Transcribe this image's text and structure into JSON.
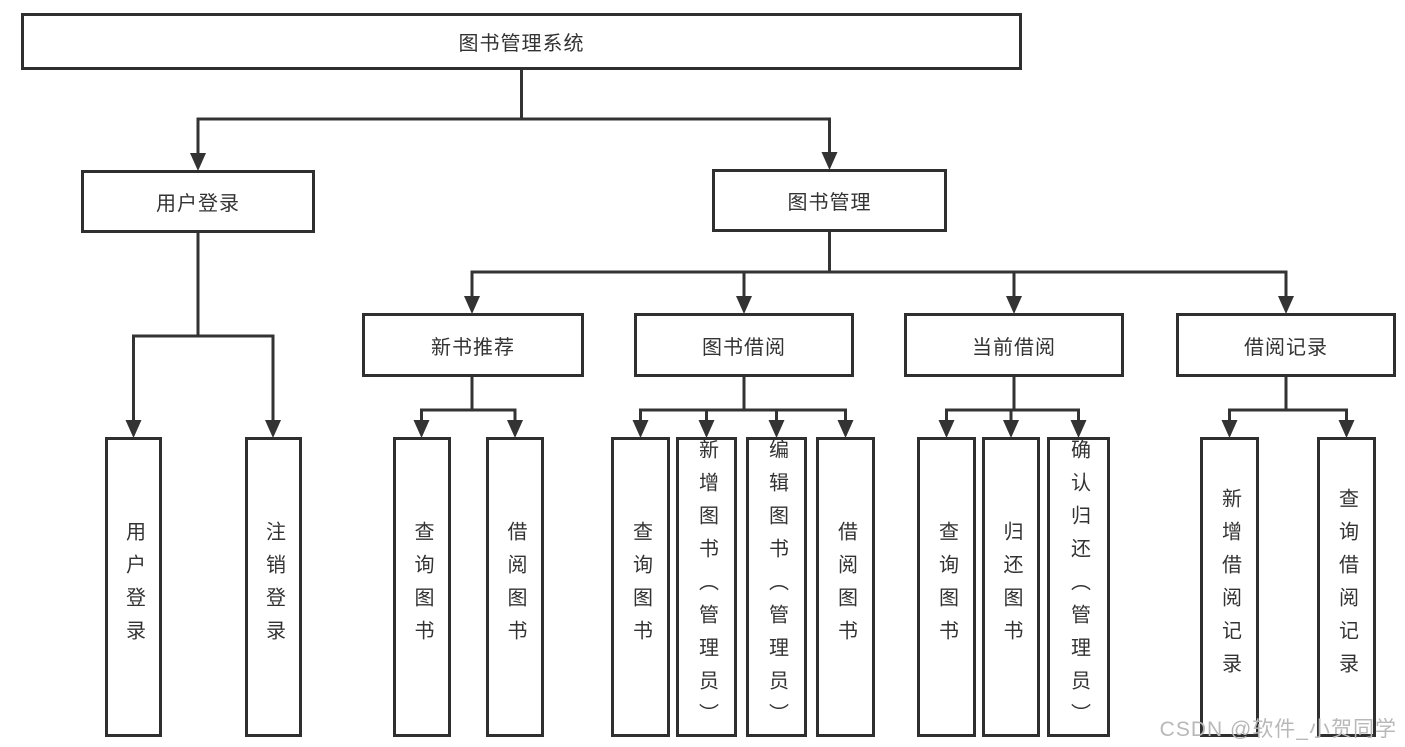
{
  "diagram": {
    "root": {
      "label": "图书管理系统"
    },
    "branches": [
      {
        "label": "用户登录",
        "children": [
          {
            "label": "用户登录"
          },
          {
            "label": "注销登录"
          }
        ]
      },
      {
        "label": "图书管理",
        "children": [
          {
            "label": "新书推荐",
            "children": [
              {
                "label": "查询图书"
              },
              {
                "label": "借阅图书"
              }
            ]
          },
          {
            "label": "图书借阅",
            "children": [
              {
                "label": "查询图书"
              },
              {
                "label": "新增图书（管理员）"
              },
              {
                "label": "编辑图书（管理员）"
              },
              {
                "label": "借阅图书"
              }
            ]
          },
          {
            "label": "当前借阅",
            "children": [
              {
                "label": "查询图书"
              },
              {
                "label": "归还图书"
              },
              {
                "label": "确认归还（管理员）"
              }
            ]
          },
          {
            "label": "借阅记录",
            "children": [
              {
                "label": "新增借阅记录"
              },
              {
                "label": "查询借阅记录"
              }
            ]
          }
        ]
      }
    ]
  },
  "watermark": {
    "text": "CSDN @软件_小贺同学"
  },
  "colors": {
    "line": "#333333",
    "border": "#2f2f2f",
    "text": "#333333",
    "background": "#ffffff",
    "watermark": "#b8b8b8"
  }
}
